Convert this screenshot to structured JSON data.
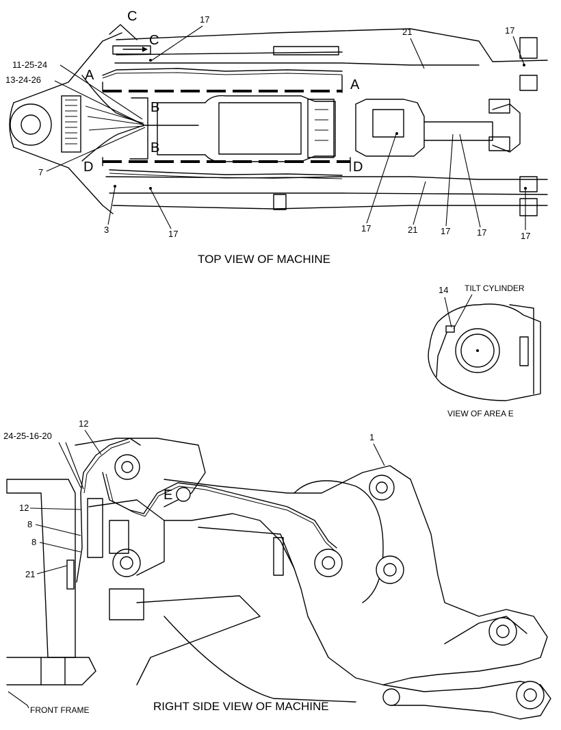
{
  "callouts": {
    "c17_top_a": "17",
    "c21_top": "21",
    "c17_top_b": "17",
    "c11_25_24": "11-25-24",
    "c13_24_26": "13-24-26",
    "c7": "7",
    "c3": "3",
    "c17_bot_a": "17",
    "c17_mid": "17",
    "c21_bot": "21",
    "c17_bot_b": "17",
    "c17_bot_c": "17",
    "c17_bot_d": "17",
    "c14": "14",
    "c12_a": "12",
    "c24_25_16_20": "24-25-16-20",
    "c1": "1",
    "c12_b": "12",
    "c8_a": "8",
    "c8_b": "8",
    "c21_side": "21"
  },
  "section_letters": {
    "c_upper": "C",
    "c_lower": "C",
    "a_left": "A",
    "a_right": "A",
    "b_upper": "B",
    "b_lower": "B",
    "d_left": "D",
    "d_right": "D",
    "e_marker": "E"
  },
  "titles": {
    "top_view": "TOP VIEW OF MACHINE",
    "tilt_cylinder": "TILT CYLINDER",
    "view_area_e": "VIEW OF AREA E",
    "side_view": "RIGHT SIDE VIEW OF MACHINE",
    "front_frame": "FRONT FRAME"
  }
}
